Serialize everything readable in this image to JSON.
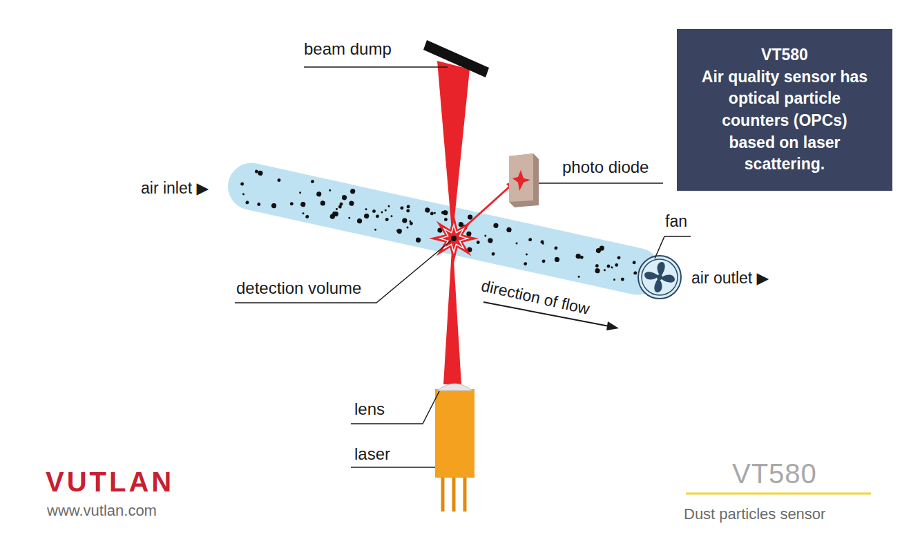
{
  "diagram": {
    "nodes": [
      {
        "text": [
          "VT580",
          "Air quality sensor has optical particle counters (OPCs) based on laser scattering."
        ]
      }
    ],
    "labels": [
      "beam dump",
      "air inlet ▶",
      "photo diode",
      "fan",
      "air outlet ▶",
      "detection volume",
      "direction of flow",
      "lens",
      "laser",
      "VUTLAN",
      "www.vutlan.com",
      "VT580",
      "Dust particles sensor"
    ]
  }
}
